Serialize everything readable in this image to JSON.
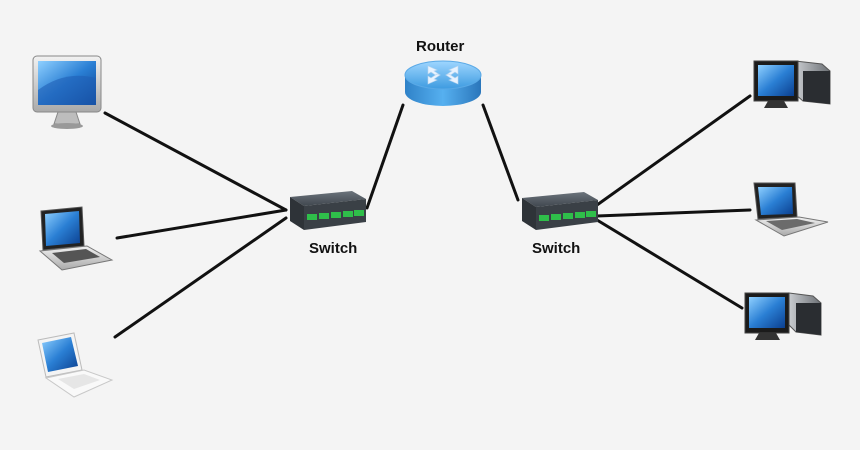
{
  "diagram": {
    "router_label": "Router",
    "switch_left_label": "Switch",
    "switch_right_label": "Switch"
  },
  "colors": {
    "background": "#f4f4f4",
    "link": "#111111",
    "router_blue": "#3d9be0",
    "switch_body": "#3a4046",
    "port_led": "#2fbf4a"
  }
}
